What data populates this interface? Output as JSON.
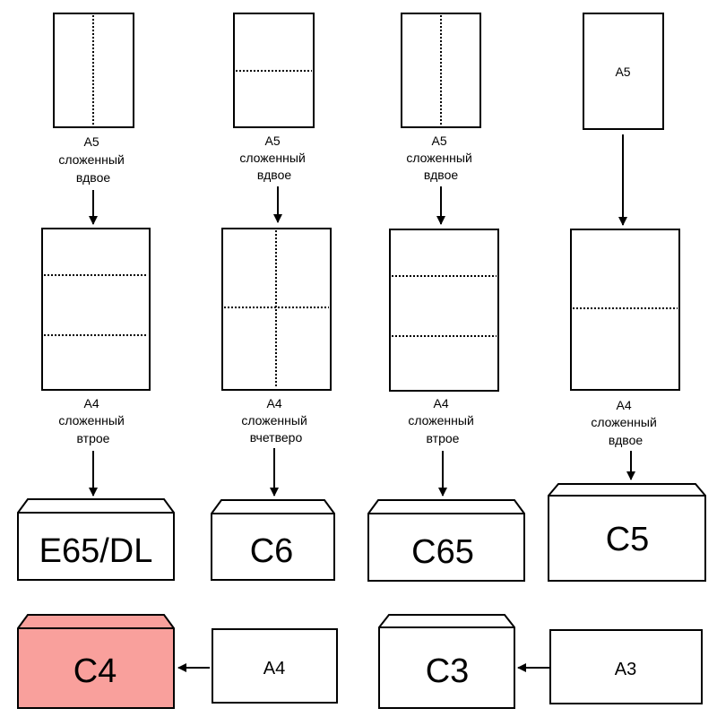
{
  "columns": [
    {
      "source_sheet": {
        "label": "",
        "fold": "vertical"
      },
      "source_caption": [
        "A5",
        "сложенный",
        "вдвое"
      ],
      "folded_sheet": {
        "fold": "thirds"
      },
      "folded_caption": [
        "A4",
        "сложенный",
        "втрое"
      ],
      "envelope": "E65/DL"
    },
    {
      "source_sheet": {
        "label": "",
        "fold": "horizontal"
      },
      "source_caption": [
        "A5",
        "сложенный",
        "вдвое"
      ],
      "folded_sheet": {
        "fold": "quarters"
      },
      "folded_caption": [
        "A4",
        "сложенный",
        "вчетверо"
      ],
      "envelope": "C6"
    },
    {
      "source_sheet": {
        "label": "",
        "fold": "vertical"
      },
      "source_caption": [
        "A5",
        "сложенный",
        "вдвое"
      ],
      "folded_sheet": {
        "fold": "thirds"
      },
      "folded_caption": [
        "A4",
        "сложенный",
        "втрое"
      ],
      "envelope": "C65"
    },
    {
      "source_sheet": {
        "label": "A5",
        "fold": "none"
      },
      "source_caption": [],
      "folded_sheet": {
        "fold": "half"
      },
      "folded_caption": [
        "A4",
        "сложенный",
        "вдвое"
      ],
      "envelope": "C5"
    }
  ],
  "bottom_row": [
    {
      "sheet": "A4",
      "envelope": "C4",
      "envelope_color": "#f9a09c"
    },
    {
      "sheet": "A3",
      "envelope": "C3",
      "envelope_color": "#ffffff"
    }
  ],
  "colors": {
    "stroke": "#000000",
    "highlight": "#f9a09c"
  }
}
